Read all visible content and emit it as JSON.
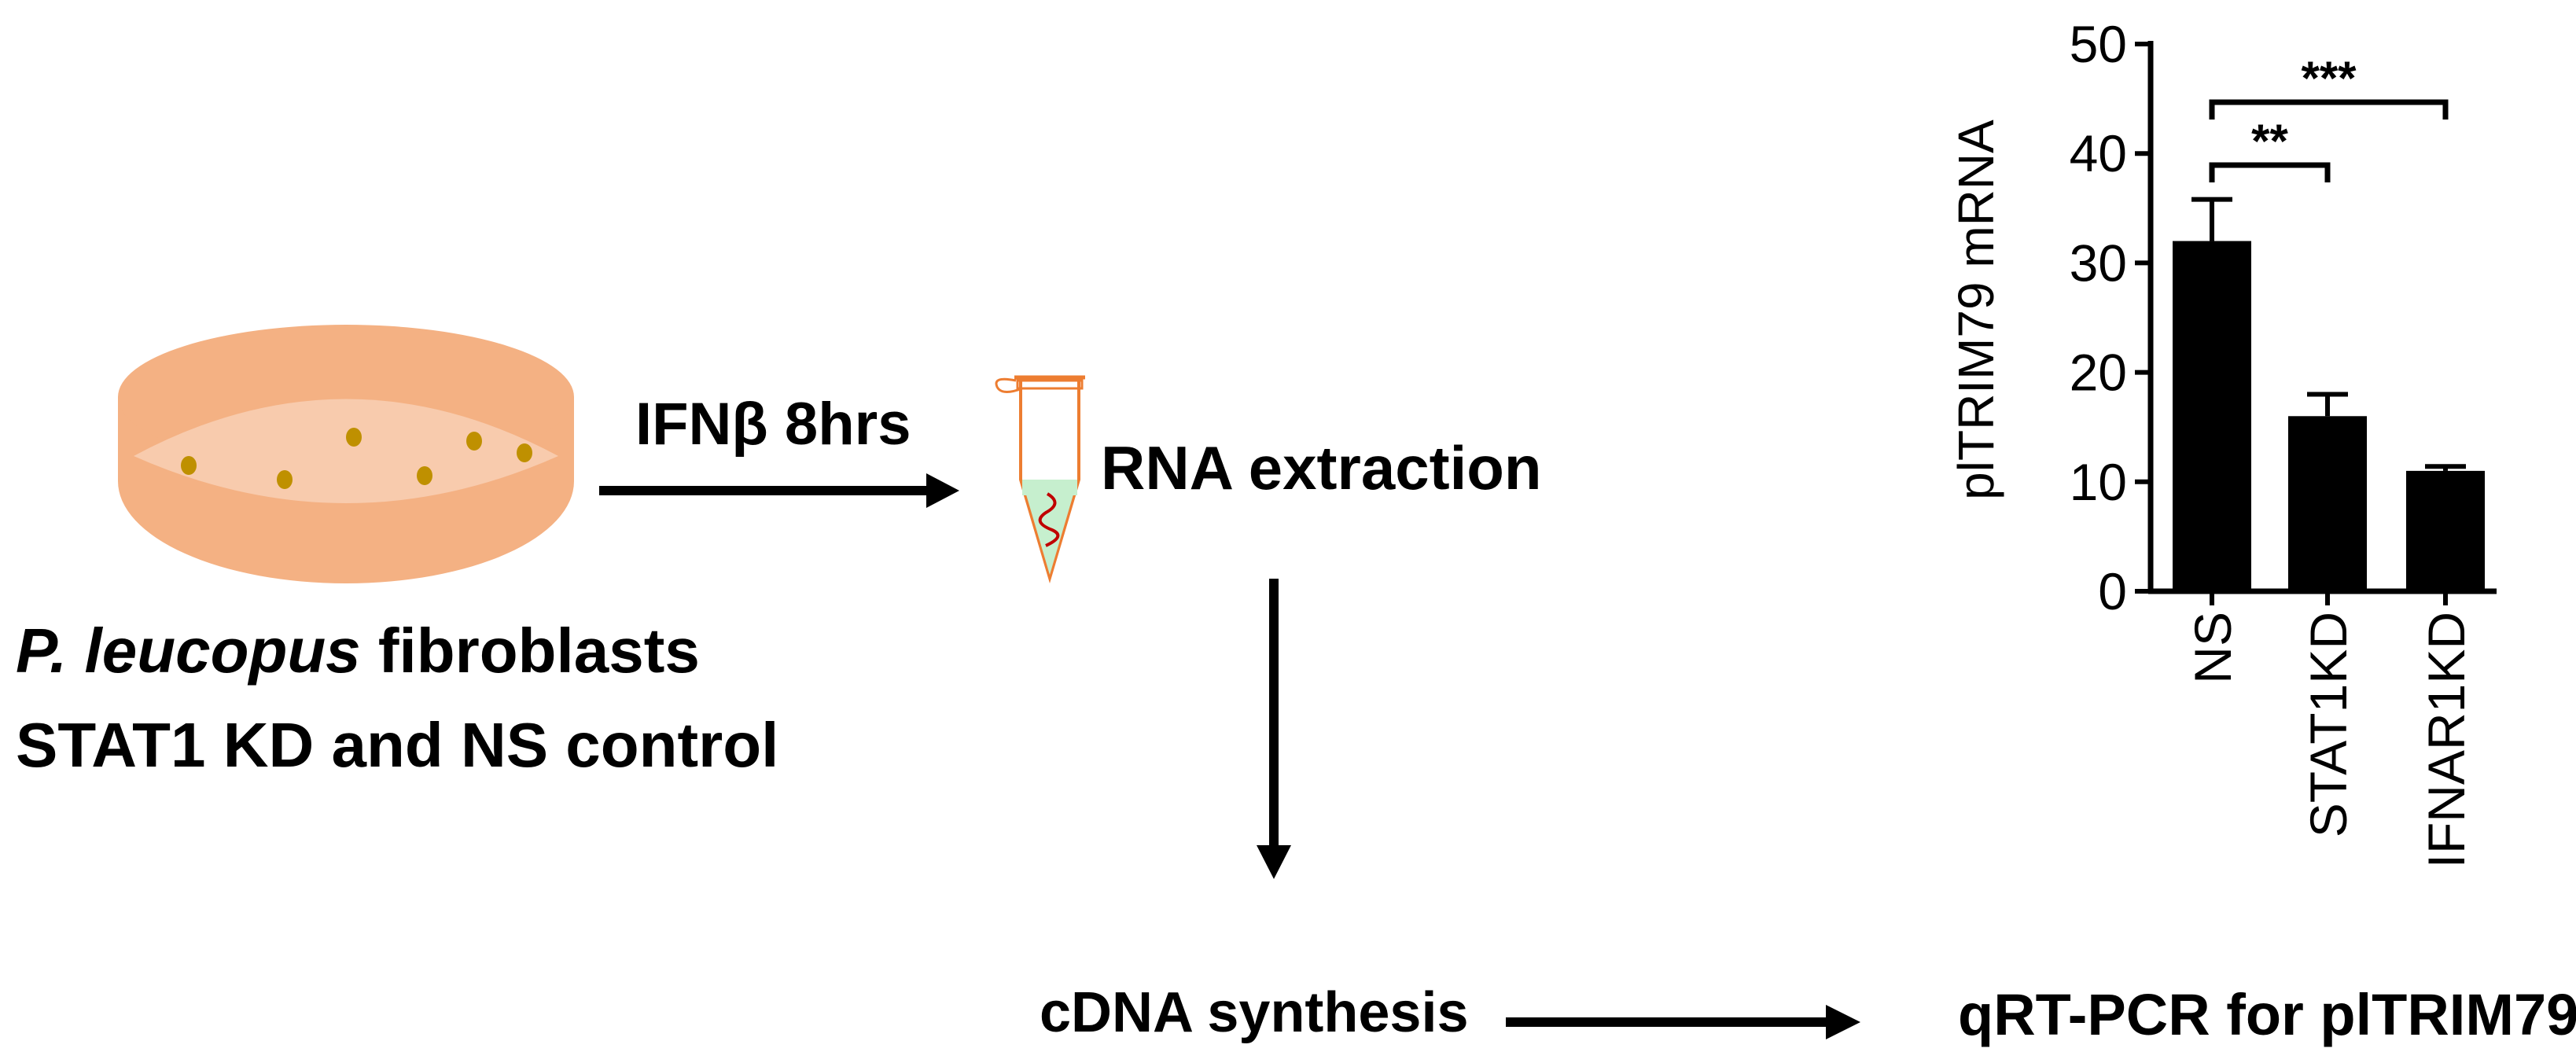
{
  "dish": {
    "label_italic": "P. leucopus",
    "label_rest": " fibroblasts",
    "label_line2": "STAT1 KD and NS control"
  },
  "steps": {
    "treatment": "IFNβ 8hrs",
    "extraction": "RNA extraction",
    "cdna": "cDNA synthesis",
    "qpcr": "qRT-PCR for plTRIM79"
  },
  "colors": {
    "dish_fill": "#f4b183",
    "dish_inner": "#f8cbad",
    "cell_dots": "#bf9000",
    "tube_outline": "#ed7d31",
    "tube_liquid": "#c6efce",
    "rna_strand": "#c00000",
    "bars": "#000000"
  },
  "chart_data": {
    "type": "bar",
    "categories": [
      "NS",
      "STAT1KD",
      "IFNAR1KD"
    ],
    "values": [
      32,
      16,
      11
    ],
    "errors": [
      3.8,
      2,
      0.4
    ],
    "ylabel": "plTRIM79 mRNA",
    "ylim": [
      0,
      50
    ],
    "yticks": [
      0,
      10,
      20,
      30,
      40,
      50
    ],
    "grid": false,
    "significance": [
      {
        "from": "NS",
        "to": "STAT1KD",
        "label": "**"
      },
      {
        "from": "NS",
        "to": "IFNAR1KD",
        "label": "***"
      }
    ]
  }
}
